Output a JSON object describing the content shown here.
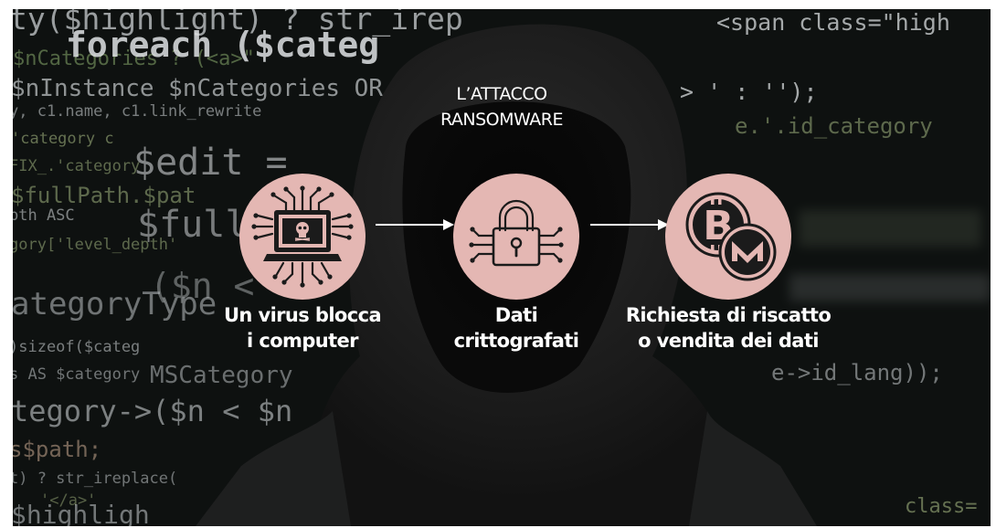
{
  "diagram": {
    "title_lines": [
      "L’ATTACCO",
      "RANSOMWARE"
    ],
    "steps": [
      {
        "line1": "Un virus blocca",
        "line2": "i computer",
        "icon": "laptop-skull-circuit-icon"
      },
      {
        "line1": "Dati",
        "line2": "crittografati",
        "icon": "padlock-circuit-icon"
      },
      {
        "line1": "Richiesta di riscatto",
        "line2": "o vendita dei dati",
        "icon": "bitcoin-monero-icon"
      }
    ],
    "accent_color": "#e4b7b3"
  },
  "background_code": [
    "ty($highlight) ? str_irep",
    "$nCategories ? (<a>\"",
    "foreach ($categ",
    "$nInstance $nCategories OR",
    "y, c1.name, c1.link_rewrite",
    "'category c",
    "FIX_.'category",
    "$edit =",
    "$fullPath.$pat",
    "pth ASC",
    "$full",
    "gory['level_depth'",
    "($n <",
    "ategoryType",
    ")sizeof($categ",
    "s AS $category",
    "MSCategory",
    "tegory->($n < $n",
    "s$path;",
    "t) ? str_ireplace(",
    "'</a>'",
    "$highligh",
    "<span class=\"high",
    "> ' : '');",
    "e.'.id_category",
    "e->id_lang));",
    "class="
  ]
}
